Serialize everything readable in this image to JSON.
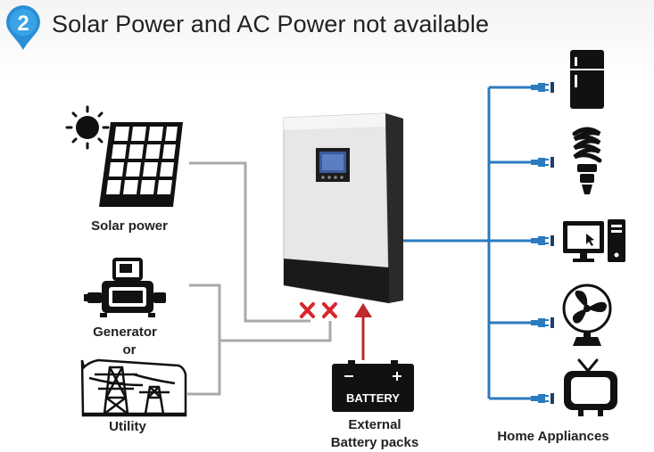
{
  "step": {
    "number": "2"
  },
  "title": "Solar Power and AC Power not available",
  "sources": {
    "solar_label": "Solar power",
    "generator_label": "Generator",
    "or_label": "or",
    "utility_label": "Utility"
  },
  "battery": {
    "box_label": "BATTERY",
    "label_line1": "External",
    "label_line2": "Battery packs"
  },
  "appliances": {
    "label": "Home Appliances",
    "items": [
      "fridge",
      "light-bulb",
      "computer",
      "fan",
      "tv"
    ]
  },
  "colors": {
    "pin_blue": "#2a8fd6",
    "output_line": "#2a7bbf",
    "input_line": "#a9a9a9",
    "cross_red": "#d8262c",
    "arrow_red": "#c0282a"
  }
}
